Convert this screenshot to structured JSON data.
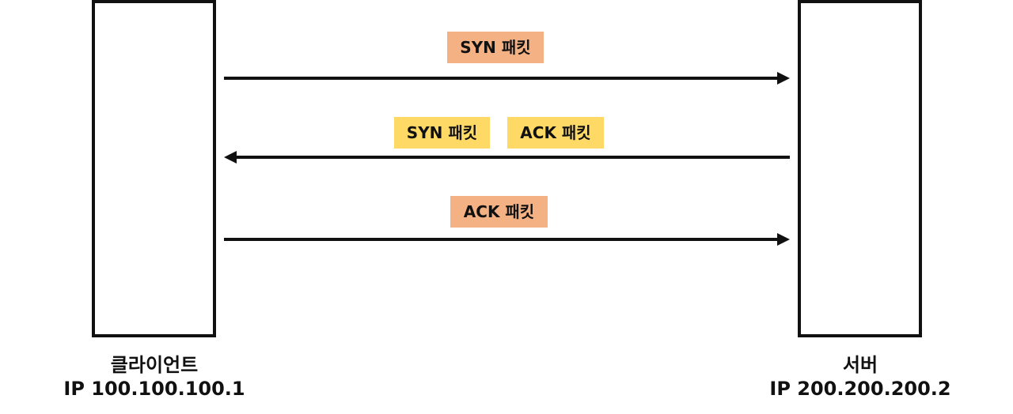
{
  "client": {
    "name": "클라이언트",
    "ip": "IP 100.100.100.1"
  },
  "server": {
    "name": "서버",
    "ip": "IP 200.200.200.2"
  },
  "messages": [
    {
      "direction": "client-to-server",
      "packets": [
        {
          "label": "SYN 패킷",
          "color": "#f4b183"
        }
      ]
    },
    {
      "direction": "server-to-client",
      "packets": [
        {
          "label": "SYN 패킷",
          "color": "#ffd966"
        },
        {
          "label": "ACK 패킷",
          "color": "#ffd966"
        }
      ]
    },
    {
      "direction": "client-to-server",
      "packets": [
        {
          "label": "ACK 패킷",
          "color": "#f4b183"
        }
      ]
    }
  ],
  "colors": {
    "line": "#111111",
    "client_packet": "#f4b183",
    "server_packet": "#ffd966"
  }
}
